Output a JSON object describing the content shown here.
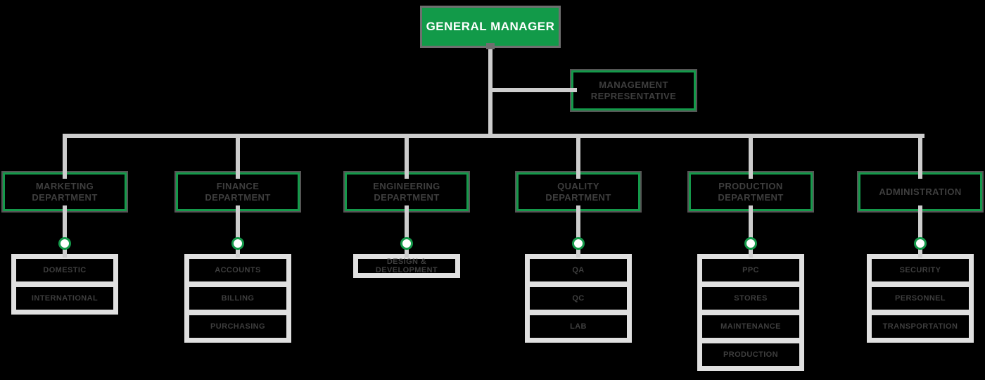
{
  "chart": {
    "title": "GENERAL MANAGER",
    "staff": {
      "line1": "MANAGEMENT",
      "line2": "REPRESENTATIVE"
    },
    "departments": [
      {
        "name_line1": "MARKETING",
        "name_line2": "DEPARTMENT",
        "units": [
          "DOMESTIC",
          "INTERNATIONAL"
        ]
      },
      {
        "name_line1": "FINANCE",
        "name_line2": "DEPARTMENT",
        "units": [
          "ACCOUNTS",
          "BILLING",
          "PURCHASING"
        ]
      },
      {
        "name_line1": "ENGINEERING",
        "name_line2": "DEPARTMENT",
        "units": [
          "DESIGN & DEVELOPMENT"
        ]
      },
      {
        "name_line1": "QUALITY",
        "name_line2": "DEPARTMENT",
        "units": [
          "QA",
          "QC",
          "LAB"
        ]
      },
      {
        "name_line1": "PRODUCTION",
        "name_line2": "DEPARTMENT",
        "units": [
          "PPC",
          "STORES",
          "MAINTENANCE",
          "PRODUCTION"
        ]
      },
      {
        "name_line1": "ADMINISTRATION",
        "name_line2": "",
        "units": [
          "SECURITY",
          "PERSONNEL",
          "TRANSPORTATION"
        ]
      }
    ],
    "colors": {
      "green": "#14994a",
      "line_gray": "#cdcdcd",
      "list_frame": "#e0e0e0",
      "text_dark": "#3e3e3e"
    }
  }
}
